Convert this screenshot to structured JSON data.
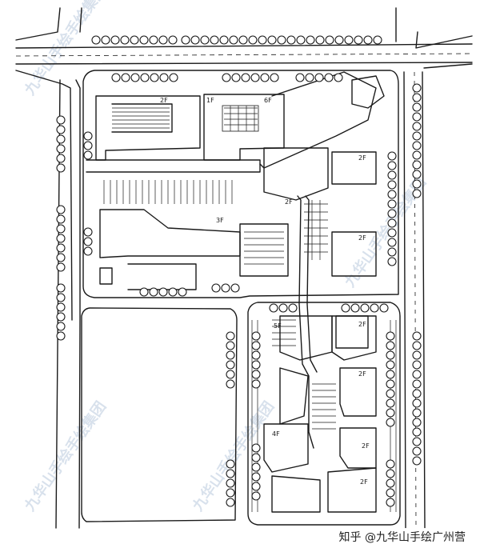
{
  "watermark": {
    "text": "九华山手绘手绘集团"
  },
  "credit": {
    "text": "知乎 @九华山手绘广州营"
  },
  "labels": {
    "b_2f": "2F",
    "b_1f": "1F",
    "b_6f": "6F",
    "b_3f": "3F",
    "b_2f_ne": "2F",
    "b_2f_e": "2F",
    "b_5f": "5F",
    "b_2f_se1": "2F",
    "b_2f_se2": "2F",
    "b_4f": "4F",
    "b_2f_se3": "2F",
    "b_2f_se4": "2F",
    "b_2f_c": "2F"
  }
}
